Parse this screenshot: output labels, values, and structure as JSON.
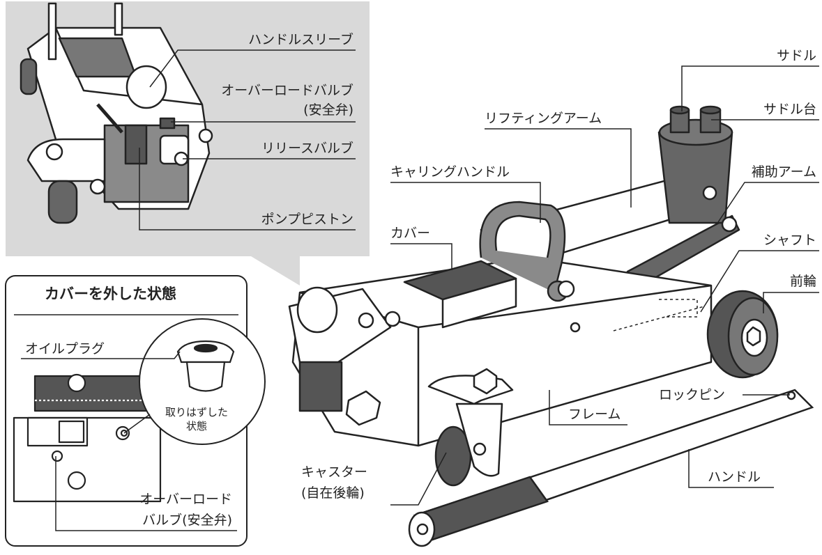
{
  "inset": {
    "labels": {
      "handle_sleeve": "ハンドルスリーブ",
      "overload_valve_1": "オーバーロードバルブ",
      "overload_valve_2": "(安全弁)",
      "release_valve": "リリースバルブ",
      "pump_piston": "ポンプピストン"
    }
  },
  "detail": {
    "title": "カバーを外した状態",
    "oil_plug": "オイルプラグ",
    "removed_1": "取りはずした",
    "removed_2": "状態",
    "overload_1": "オーバーロード",
    "overload_2": "バルブ(安全弁)"
  },
  "main": {
    "labels": {
      "saddle": "サドル",
      "saddle_base": "サドル台",
      "lifting_arm": "リフティングアーム",
      "carrying_handle": "キャリングハンドル",
      "aux_arm": "補助アーム",
      "cover": "カバー",
      "shaft": "シャフト",
      "front_wheel": "前輪",
      "lock_pin": "ロックピン",
      "frame": "フレーム",
      "caster_1": "キャスター",
      "caster_2": "(自在後輪)",
      "handle": "ハンドル"
    }
  },
  "colors": {
    "inset_bg": "#d9d9d9",
    "line": "#222222",
    "part_dark": "#555555",
    "part_mid": "#8a8a8a",
    "part_light": "#ffffff"
  }
}
